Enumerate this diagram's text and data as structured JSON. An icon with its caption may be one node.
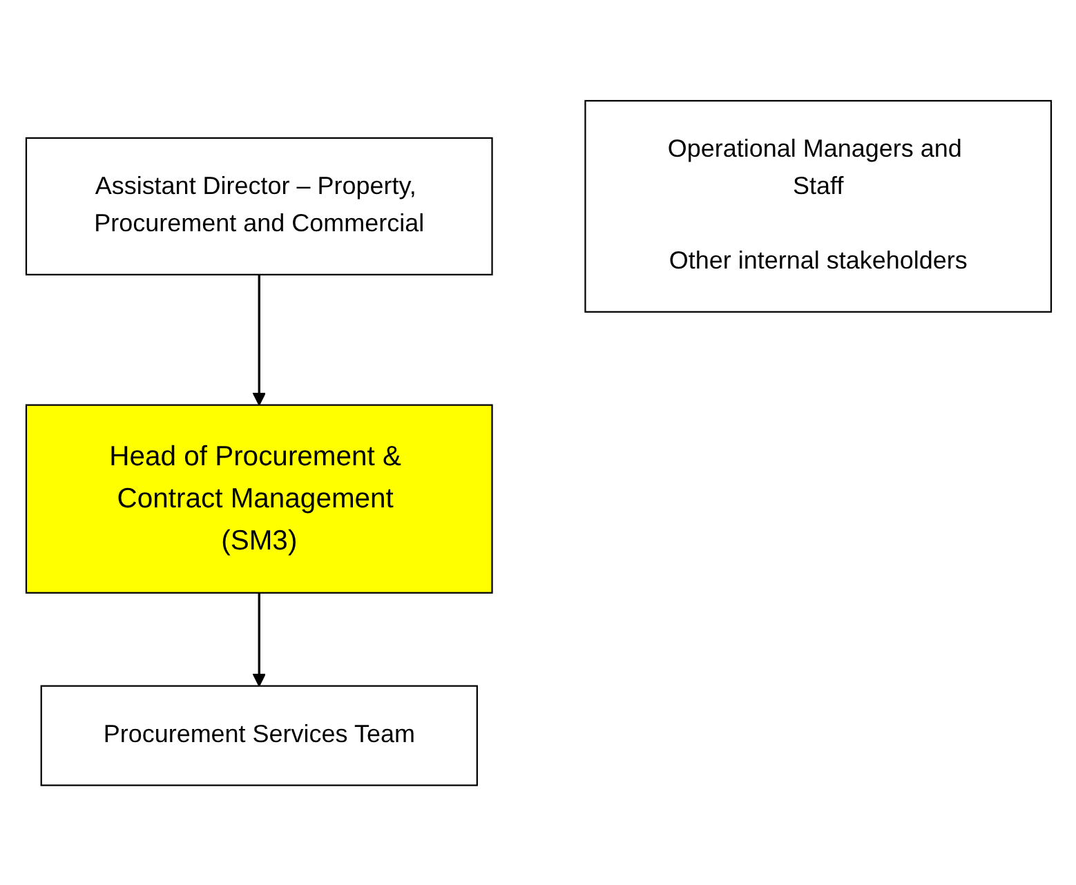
{
  "diagram": {
    "nodes": [
      {
        "text": [
          "Assistant Director – Property, Procurement and Commercial"
        ]
      },
      {
        "text": [
          "Operational Managers and Staff",
          "Other internal stakeholders"
        ]
      },
      {
        "text": [
          "Head of Procurement & Contract Management (SM3)"
        ]
      },
      {
        "text": [
          "Procurement Services Team"
        ]
      }
    ],
    "edges": [
      {
        "from": 0,
        "to": 2,
        "arrow": "to"
      },
      {
        "from": 2,
        "to": 3,
        "arrow": "to"
      }
    ]
  }
}
